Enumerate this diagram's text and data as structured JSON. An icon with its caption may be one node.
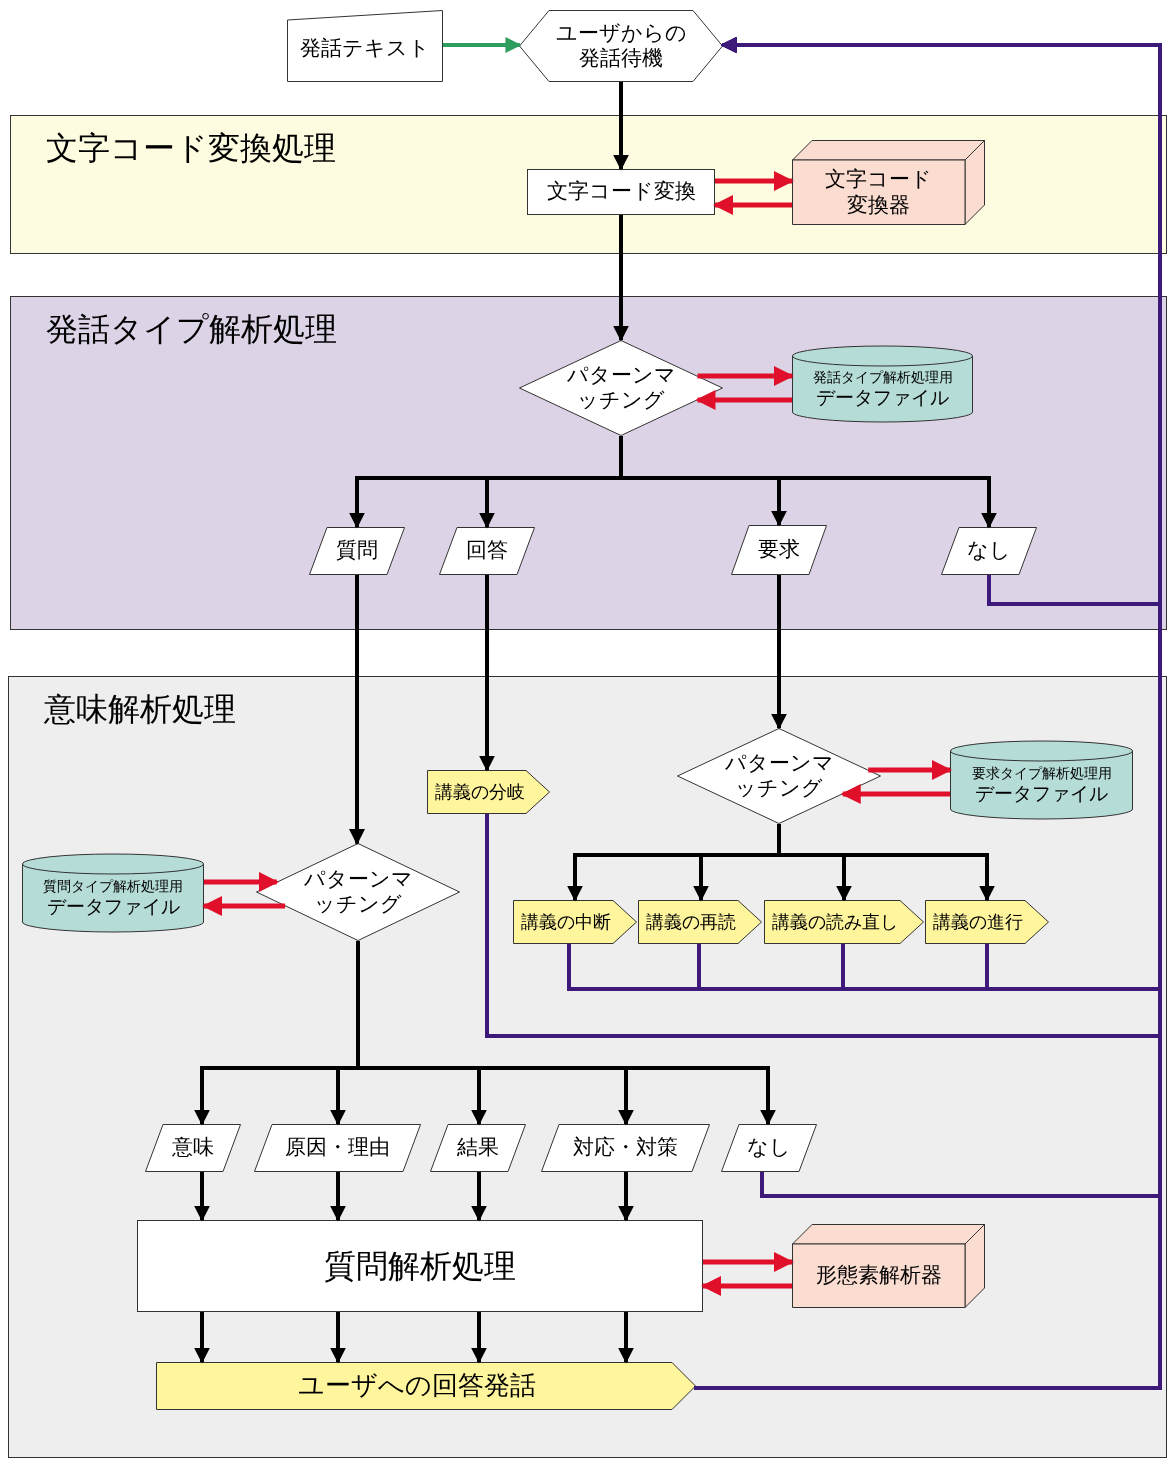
{
  "diagram": {
    "nodes": [
      {
        "text": [
          "発話テキスト"
        ]
      },
      {
        "text": [
          "ユーザからの発話待機"
        ]
      },
      {
        "text": [
          "文字コード変換処理"
        ]
      },
      {
        "text": [
          "文字コード変換"
        ],
        "in": 2
      },
      {
        "text": [
          "文字コード変換器"
        ],
        "in": 2
      },
      {
        "text": [
          "発話タイプ解析処理"
        ]
      },
      {
        "text": [
          "パターンマッチング"
        ],
        "in": 5
      },
      {
        "text": [
          "発話タイプ解析処理用",
          "データファイル"
        ],
        "in": 5
      },
      {
        "text": [
          "質問"
        ],
        "in": 5
      },
      {
        "text": [
          "回答"
        ],
        "in": 5
      },
      {
        "text": [
          "要求"
        ],
        "in": 5
      },
      {
        "text": [
          "なし"
        ],
        "in": 5
      },
      {
        "text": [
          "意味解析処理"
        ]
      },
      {
        "text": [
          "パターンマッチング"
        ],
        "in": 12
      },
      {
        "text": [
          "要求タイプ解析処理用",
          "データファイル"
        ],
        "in": 12
      },
      {
        "text": [
          "講義の分岐"
        ],
        "in": 12
      },
      {
        "text": [
          "質問タイプ解析処理用",
          "データファイル"
        ],
        "in": 12
      },
      {
        "text": [
          "パターンマッチング"
        ],
        "in": 12
      },
      {
        "text": [
          "講義の中断"
        ],
        "in": 12
      },
      {
        "text": [
          "講義の再読"
        ],
        "in": 12
      },
      {
        "text": [
          "講義の読み直し"
        ],
        "in": 12
      },
      {
        "text": [
          "講義の進行"
        ],
        "in": 12
      },
      {
        "text": [
          "意味"
        ],
        "in": 12
      },
      {
        "text": [
          "原因・理由"
        ],
        "in": 12
      },
      {
        "text": [
          "結果"
        ],
        "in": 12
      },
      {
        "text": [
          "対応・対策"
        ],
        "in": 12
      },
      {
        "text": [
          "なし"
        ],
        "in": 12
      },
      {
        "text": [
          "質問解析処理"
        ],
        "in": 12
      },
      {
        "text": [
          "形態素解析器"
        ],
        "in": 12
      },
      {
        "text": [
          "ユーザへの回答発話"
        ],
        "in": 12
      }
    ],
    "edges": [
      {
        "from": 0,
        "to": 1,
        "arrow": "to",
        "color": "#2e9e5e"
      },
      {
        "from": 1,
        "to": 3,
        "arrow": "to"
      },
      {
        "from": 3,
        "to": 4,
        "arrow": "to",
        "color": "#e0102a"
      },
      {
        "from": 4,
        "to": 3,
        "arrow": "to",
        "color": "#e0102a"
      },
      {
        "from": 3,
        "to": 6,
        "arrow": "to"
      },
      {
        "from": 6,
        "to": 7,
        "arrow": "to",
        "color": "#e0102a"
      },
      {
        "from": 7,
        "to": 6,
        "arrow": "to",
        "color": "#e0102a"
      },
      {
        "from": 6,
        "to": 8,
        "arrow": "to"
      },
      {
        "from": 6,
        "to": 9,
        "arrow": "to"
      },
      {
        "from": 6,
        "to": 10,
        "arrow": "to"
      },
      {
        "from": 6,
        "to": 11,
        "arrow": "to"
      },
      {
        "from": 11,
        "to": 1,
        "arrow": "to",
        "color": "#3d1a7a"
      },
      {
        "from": 10,
        "to": 13,
        "arrow": "to"
      },
      {
        "from": 13,
        "to": 14,
        "arrow": "to",
        "color": "#e0102a"
      },
      {
        "from": 14,
        "to": 13,
        "arrow": "to",
        "color": "#e0102a"
      },
      {
        "from": 9,
        "to": 15,
        "arrow": "to"
      },
      {
        "from": 15,
        "to": 1,
        "arrow": "to",
        "color": "#3d1a7a"
      },
      {
        "from": 8,
        "to": 17,
        "arrow": "to"
      },
      {
        "from": 16,
        "to": 17,
        "arrow": "to",
        "color": "#e0102a"
      },
      {
        "from": 17,
        "to": 16,
        "arrow": "to",
        "color": "#e0102a"
      },
      {
        "from": 13,
        "to": 18,
        "arrow": "to"
      },
      {
        "from": 13,
        "to": 19,
        "arrow": "to"
      },
      {
        "from": 13,
        "to": 20,
        "arrow": "to"
      },
      {
        "from": 13,
        "to": 21,
        "arrow": "to"
      },
      {
        "from": 18,
        "to": 1,
        "arrow": "to",
        "color": "#3d1a7a"
      },
      {
        "from": 19,
        "to": 1,
        "arrow": "to",
        "color": "#3d1a7a"
      },
      {
        "from": 20,
        "to": 1,
        "arrow": "to",
        "color": "#3d1a7a"
      },
      {
        "from": 21,
        "to": 1,
        "arrow": "to",
        "color": "#3d1a7a"
      },
      {
        "from": 17,
        "to": 22,
        "arrow": "to"
      },
      {
        "from": 17,
        "to": 23,
        "arrow": "to"
      },
      {
        "from": 17,
        "to": 24,
        "arrow": "to"
      },
      {
        "from": 17,
        "to": 25,
        "arrow": "to"
      },
      {
        "from": 17,
        "to": 26,
        "arrow": "to"
      },
      {
        "from": 26,
        "to": 1,
        "arrow": "to",
        "color": "#3d1a7a"
      },
      {
        "from": 22,
        "to": 27,
        "arrow": "to"
      },
      {
        "from": 23,
        "to": 27,
        "arrow": "to"
      },
      {
        "from": 24,
        "to": 27,
        "arrow": "to"
      },
      {
        "from": 25,
        "to": 27,
        "arrow": "to"
      },
      {
        "from": 27,
        "to": 28,
        "arrow": "to",
        "color": "#e0102a"
      },
      {
        "from": 28,
        "to": 27,
        "arrow": "to",
        "color": "#e0102a"
      },
      {
        "from": 27,
        "to": 29,
        "arrow": "to"
      },
      {
        "from": 27,
        "to": 29,
        "arrow": "to"
      },
      {
        "from": 27,
        "to": 29,
        "arrow": "to"
      },
      {
        "from": 27,
        "to": 29,
        "arrow": "to"
      },
      {
        "from": 29,
        "to": 1,
        "arrow": "to",
        "color": "#3d1a7a"
      }
    ]
  }
}
